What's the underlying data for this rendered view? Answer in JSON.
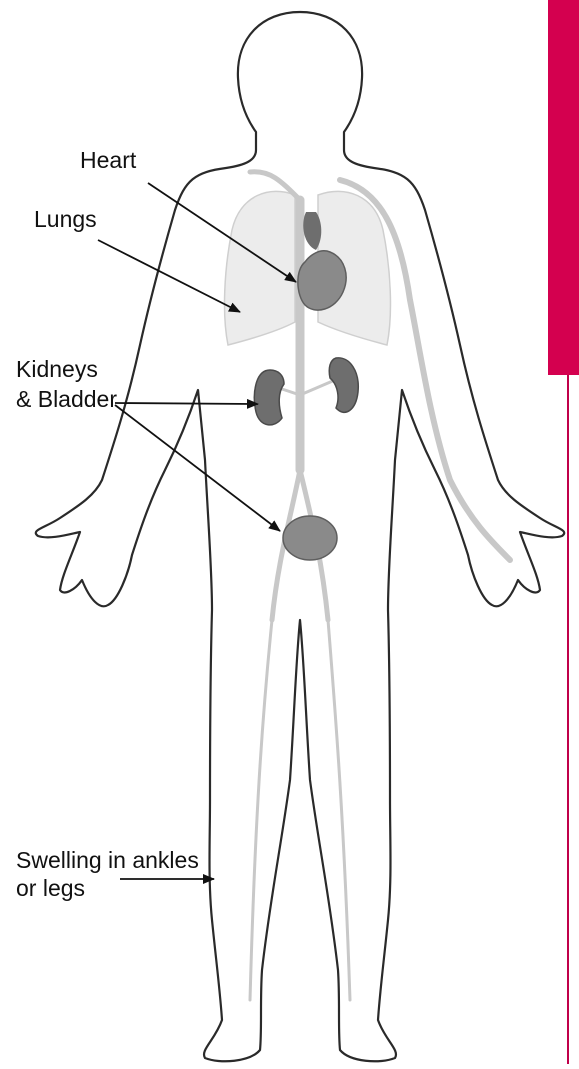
{
  "labels": {
    "heart": "Heart",
    "lungs": "Lungs",
    "kidneys_line1": "Kidneys",
    "kidneys_line2": "& Bladder",
    "swelling_line1": "Swelling in ankles",
    "swelling_line2": "or legs"
  },
  "colors": {
    "accent_band": "#d4004f",
    "accent_line": "#c0004a",
    "outline": "#2a2a2a",
    "vessel": "#c8c8c8",
    "organ_fill": "#8a8a8a",
    "organ_dark": "#5e5e5e",
    "lung_fill": "#ececec"
  }
}
